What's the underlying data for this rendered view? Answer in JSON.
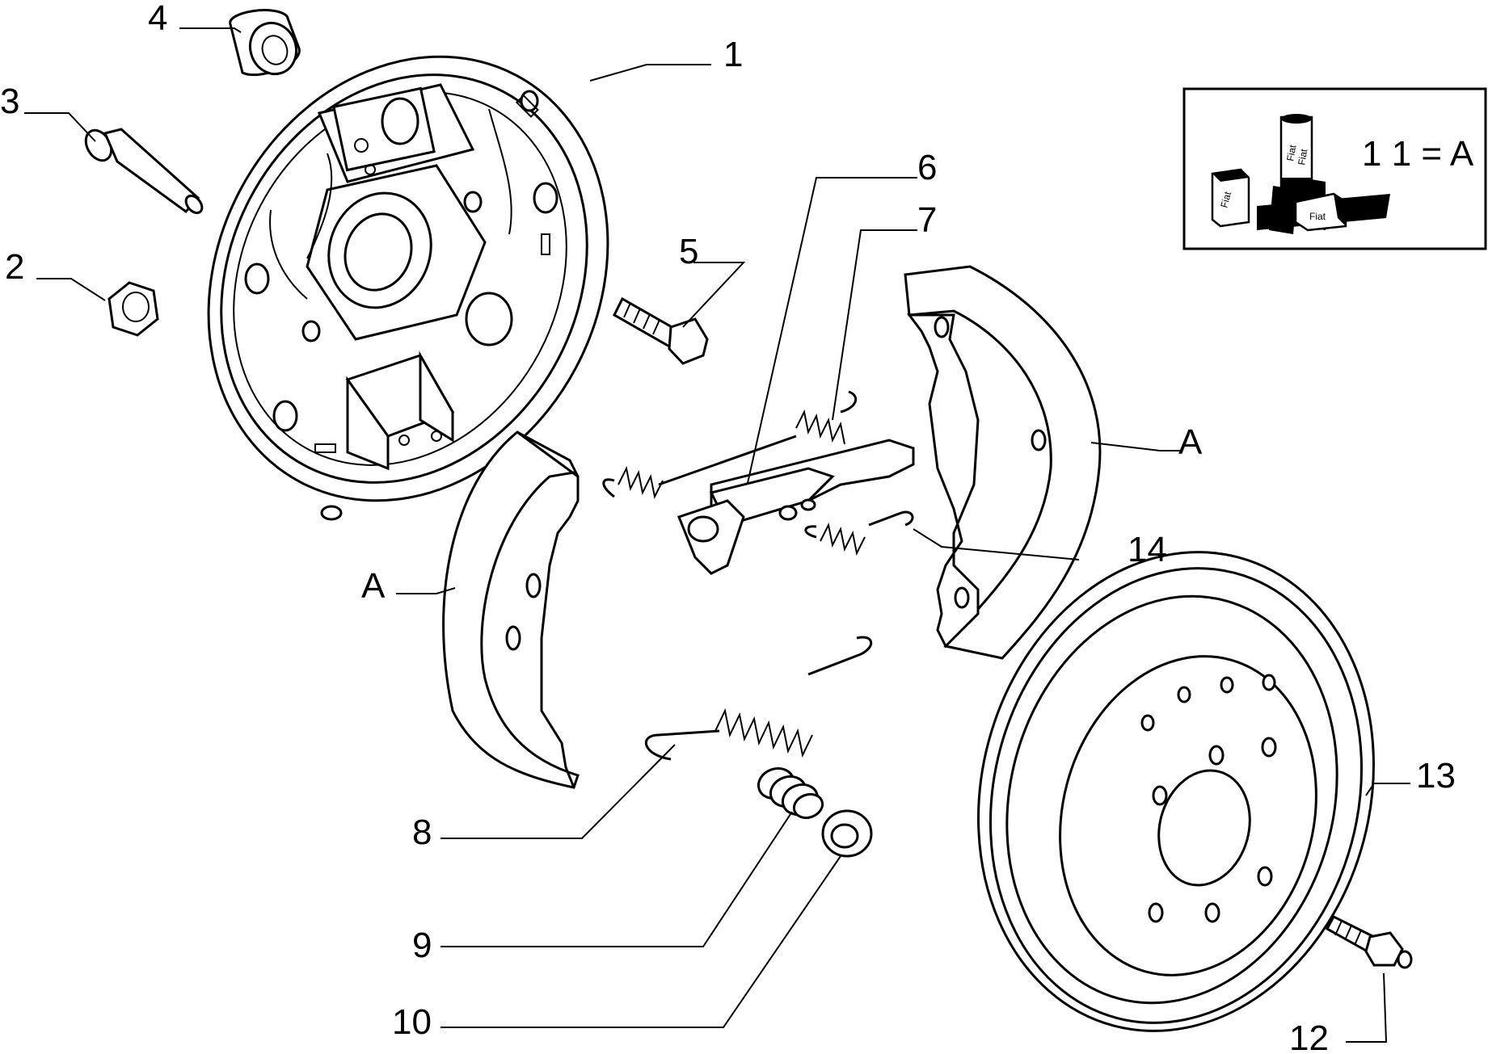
{
  "callouts": {
    "c1": "1",
    "c2": "2",
    "c3": "3",
    "c4": "4",
    "c5": "5",
    "c6": "6",
    "c7": "7",
    "c8": "8",
    "c9": "9",
    "c10": "10",
    "c12": "12",
    "c13": "13",
    "c14": "14",
    "a_left": "A",
    "a_right": "A"
  },
  "legend": {
    "text": "1 1 = A",
    "can_label_1": "Fiat",
    "can_label_2": "Fiat",
    "box_label_1": "Fiat",
    "box_label_2": "Fiat"
  }
}
